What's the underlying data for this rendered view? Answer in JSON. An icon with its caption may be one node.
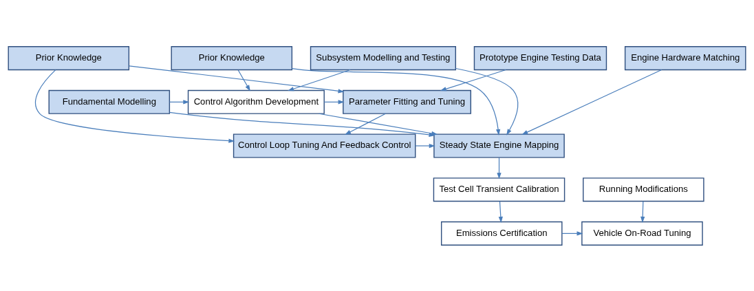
{
  "diagram": {
    "nodes": [
      {
        "text": [
          "Prior Knowledge"
        ]
      },
      {
        "text": [
          "Fundamental Modelling"
        ]
      },
      {
        "text": [
          "Subsystem Modelling and Testing"
        ]
      },
      {
        "text": [
          "Control Algorithm Development"
        ]
      },
      {
        "text": [
          "Prototype Engine Testing Data"
        ]
      },
      {
        "text": [
          "Parameter Fitting and Tuning"
        ]
      },
      {
        "text": [
          "Engine Hardware Matching"
        ]
      },
      {
        "text": [
          "Steady State Engine Mapping"
        ]
      },
      {
        "text": [
          "Prior Knowledge"
        ]
      },
      {
        "text": [
          "Control Loop Tuning And Feedback Control"
        ]
      },
      {
        "text": [
          "Test Cell Transient Calibration"
        ]
      },
      {
        "text": [
          "Running Modifications"
        ]
      },
      {
        "text": [
          "Emissions Certification"
        ]
      },
      {
        "text": [
          "Vehicle On-Road Tuning"
        ]
      }
    ],
    "edges": [
      {
        "from": 0,
        "to": 3,
        "arrow": "to"
      },
      {
        "from": 1,
        "to": 3,
        "arrow": "to"
      },
      {
        "from": 2,
        "to": 3,
        "arrow": "to"
      },
      {
        "from": 0,
        "to": 7,
        "arrow": "to"
      },
      {
        "from": 1,
        "to": 7,
        "arrow": "to"
      },
      {
        "from": 2,
        "to": 7,
        "arrow": "to"
      },
      {
        "from": 3,
        "to": 5,
        "arrow": "to"
      },
      {
        "from": 3,
        "to": 7,
        "arrow": "to"
      },
      {
        "from": 4,
        "to": 5,
        "arrow": "to"
      },
      {
        "from": 5,
        "to": 9,
        "arrow": "to"
      },
      {
        "from": 8,
        "to": 5,
        "arrow": "to"
      },
      {
        "from": 8,
        "to": 9,
        "arrow": "to"
      },
      {
        "from": 9,
        "to": 7,
        "arrow": "to"
      },
      {
        "from": 6,
        "to": 7,
        "arrow": "to"
      },
      {
        "from": 7,
        "to": 10,
        "arrow": "to"
      },
      {
        "from": 10,
        "to": 12,
        "arrow": "to"
      },
      {
        "from": 11,
        "to": 13,
        "arrow": "to"
      },
      {
        "from": 12,
        "to": 13,
        "arrow": "to"
      }
    ]
  }
}
